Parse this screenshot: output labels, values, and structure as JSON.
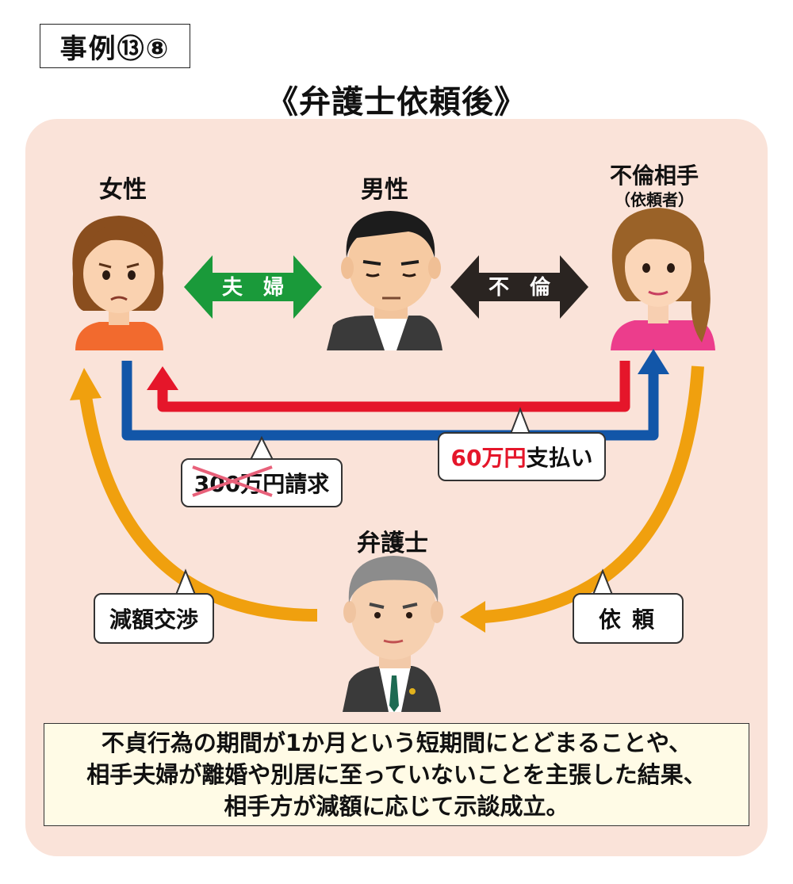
{
  "case_label": "事例⑬⑧",
  "title": "《弁護士依頼後》",
  "people": {
    "woman": "女性",
    "man": "男性",
    "partner": "不倫相手",
    "partner_sub": "（依頼者）",
    "lawyer": "弁護士"
  },
  "relations": {
    "couple": "夫　婦",
    "affair": "不　倫"
  },
  "bubbles": {
    "claim_struck": "300万円",
    "claim_rest": "請求",
    "pay_amount": "60万円",
    "pay_rest": "支払い",
    "negotiation": "減額交渉",
    "request": "依頼"
  },
  "summary_lines": [
    "不貞行為の期間が1か月という短期間にとどまることや、",
    "相手夫婦が離婚や別居に至っていないことを主張した結果、",
    "相手方が減額に応じて示談成立。"
  ],
  "colors": {
    "panel": "#fae3d9",
    "red_line": "#e5162a",
    "blue_line": "#1256a8",
    "orange_line": "#f0a00e",
    "couple_arrow": "#1a9a3a",
    "affair_arrow": "#2a2421"
  }
}
